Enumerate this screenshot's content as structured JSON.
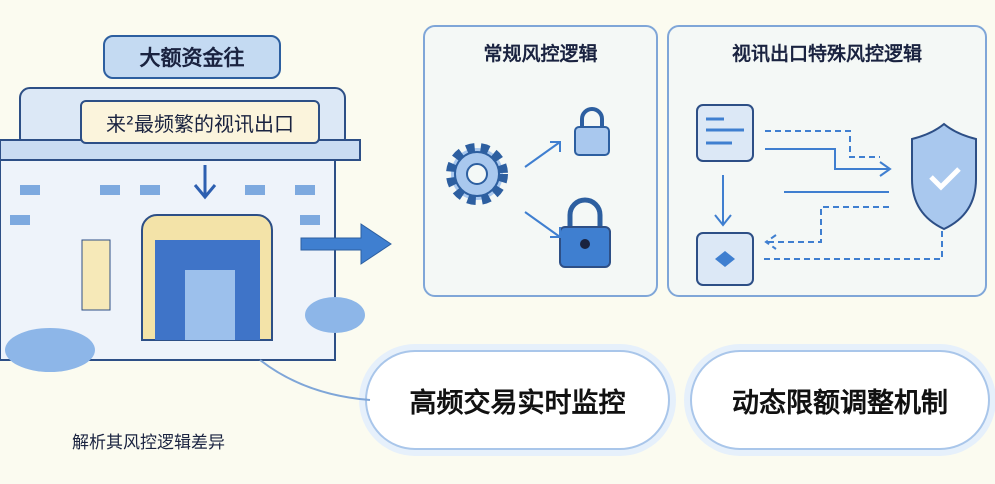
{
  "building": {
    "top_sign": "大额资金往",
    "main_sign": "来²最频繁的视讯出口"
  },
  "caption": "解析其风控逻辑差异",
  "panels": [
    {
      "title": "常规风控逻辑"
    },
    {
      "title": "视讯出口特殊风控逻辑"
    }
  ],
  "clouds": [
    {
      "label": "高频交易实时监控"
    },
    {
      "label": "动态限额调整机制"
    }
  ],
  "colors": {
    "accent": "#3f7fd0",
    "panel_border": "#7fa6d8",
    "background": "#fbfbf0"
  }
}
